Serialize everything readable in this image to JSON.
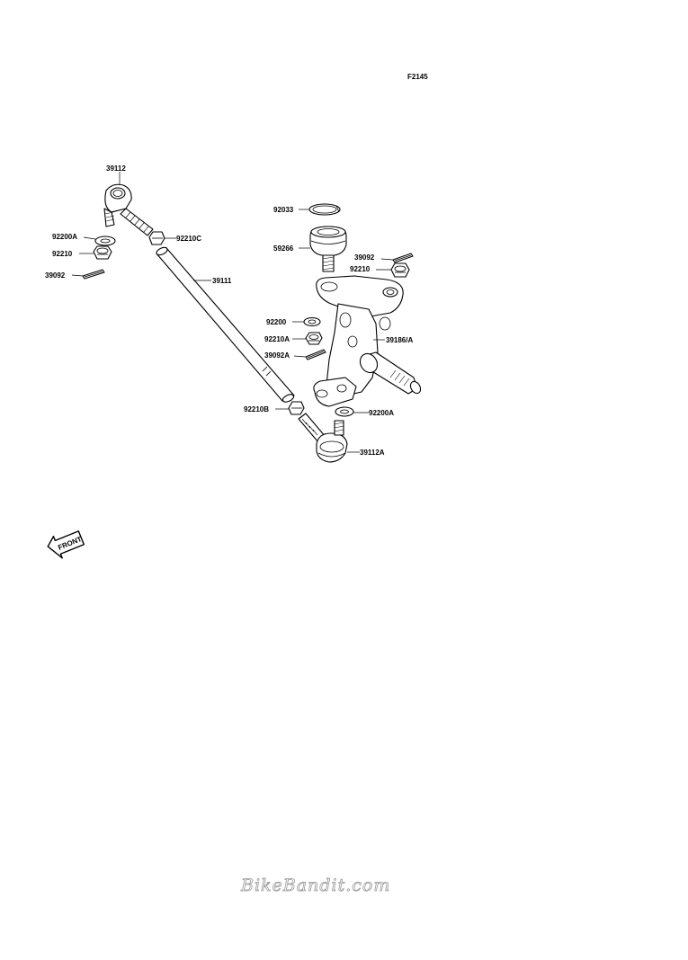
{
  "figure_code": "F2145",
  "callouts": {
    "c39112": "39112",
    "c92200A_left": "92200A",
    "c92210_left": "92210",
    "c39092_left": "39092",
    "c92210C": "92210C",
    "c39111": "39111",
    "c92033": "92033",
    "c59266": "59266",
    "c39092_right": "39092",
    "c92210_right": "92210",
    "c92200": "92200",
    "c92210A": "92210A",
    "c39092A": "39092A",
    "c39186A": "39186/A",
    "c92210B": "92210B",
    "c92200A_right": "92200A",
    "c39112A": "39112A"
  },
  "front_label": "FRONT",
  "watermark": "BikeBandit.com"
}
